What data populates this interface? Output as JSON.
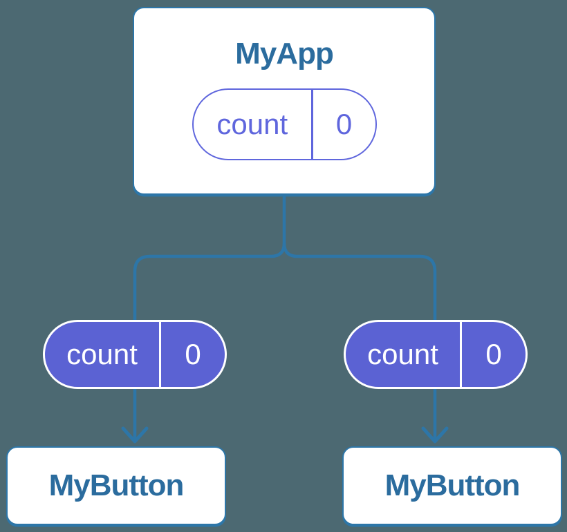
{
  "diagram": {
    "type": "component-tree",
    "background_color": "#4C6972",
    "colors": {
      "tree_line_blue": "#2D76A8",
      "node_title_blue": "#2B6C9E",
      "prop_pill_purple": "#5B62D3",
      "state_pill_outline_purple": "#5F66DD",
      "node_fill": "#ffffff"
    },
    "root": {
      "label": "MyApp",
      "state_pill": {
        "name": "count",
        "value": "0"
      }
    },
    "children": [
      {
        "label": "MyButton",
        "prop_pill": {
          "name": "count",
          "value": "0"
        }
      },
      {
        "label": "MyButton",
        "prop_pill": {
          "name": "count",
          "value": "0"
        }
      }
    ]
  }
}
